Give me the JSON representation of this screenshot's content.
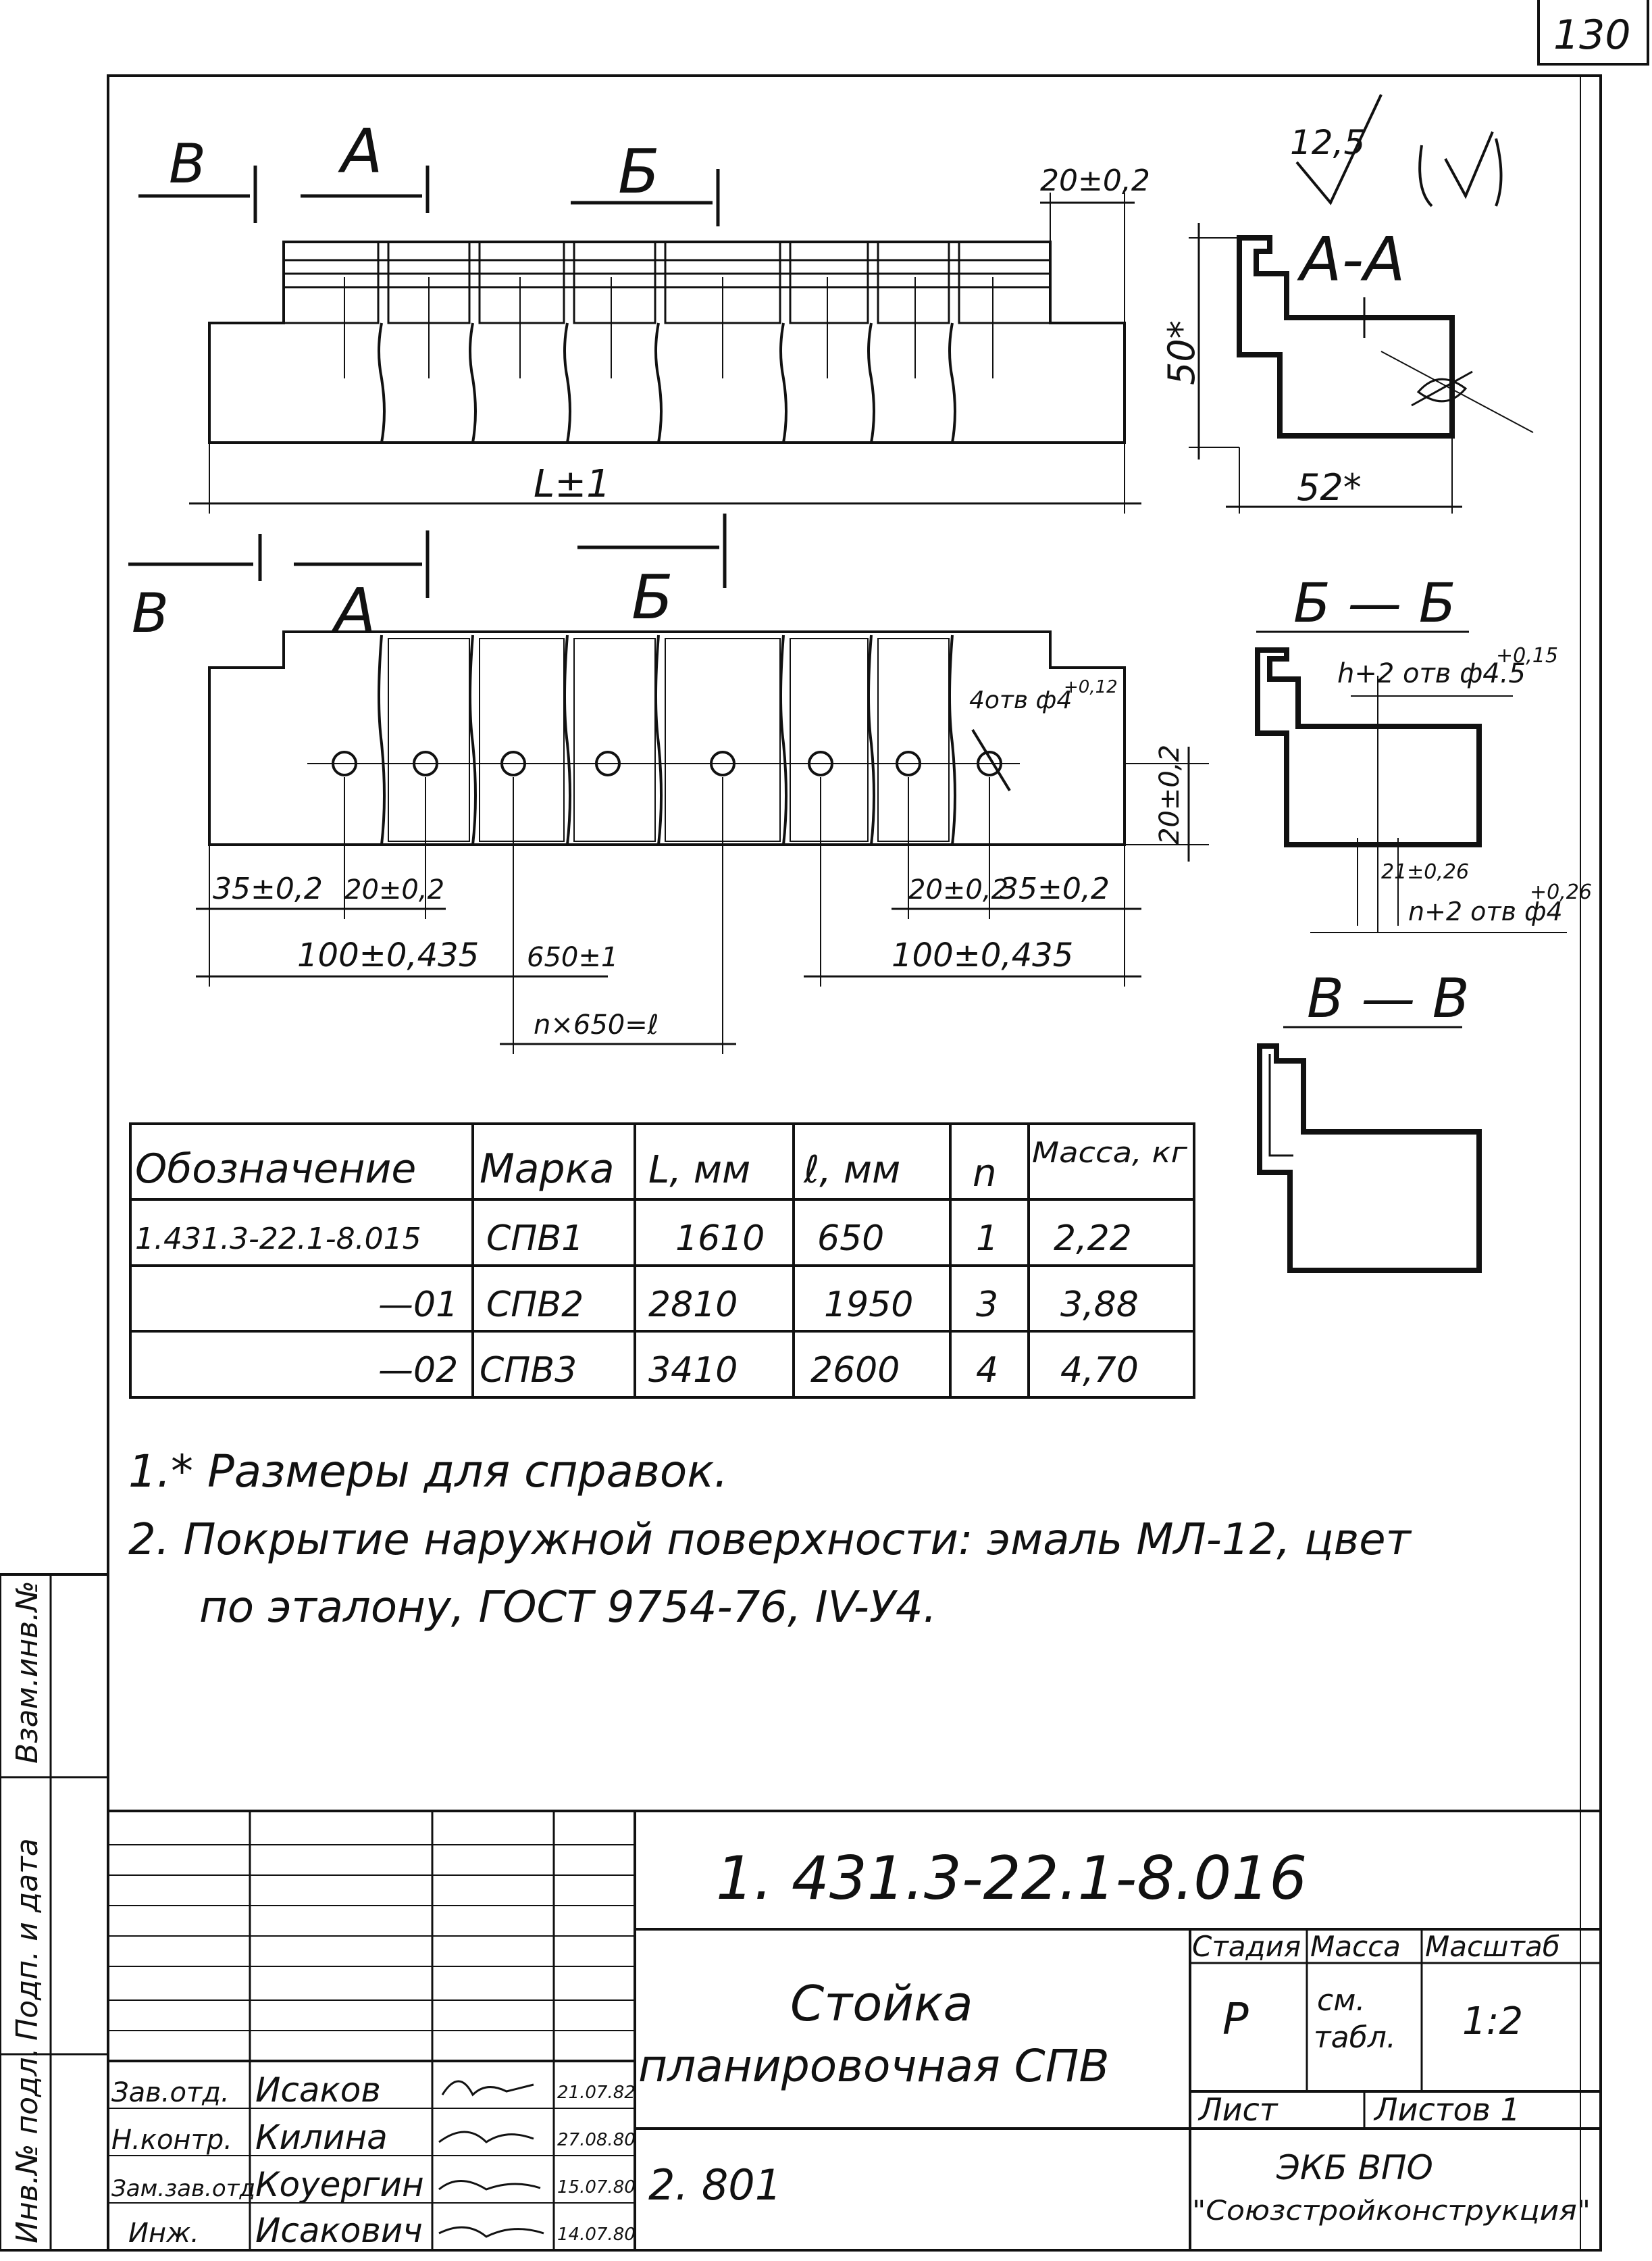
{
  "page_number": "130",
  "views": {
    "main": {
      "cut_marks": [
        "В",
        "А",
        "Б"
      ],
      "dim_spacing": "20±0,2",
      "dim_length": "L±1"
    },
    "bottom": {
      "cut_marks": [
        "В",
        "А",
        "Б"
      ],
      "dim_holes": "4отв ф4",
      "dim_holes_tol": "+0,12",
      "dim_left_offset": "35±0,2",
      "dim_left_step": "20±0,2",
      "dim_right_step": "20±0,2",
      "dim_right_offset": "35±0,2",
      "dim_left_span": "100±0,435",
      "dim_pitch": "650±1",
      "dim_right_span": "100±0,435",
      "dim_total": "n×650=ℓ",
      "dim_height": "20±0,2"
    },
    "roughness": "12,5",
    "section_aa": {
      "title": "А-А",
      "dim_height": "50*",
      "dim_width": "52*"
    },
    "section_bb": {
      "title": "Б — Б",
      "note_top": "h+2 отв ф4.5",
      "note_top_tol": "+0,15",
      "dim_small": "21±0,26",
      "note_bottom": "n+2 отв ф4",
      "note_bottom_tol": "+0,26"
    },
    "section_vv": {
      "title": "В — В"
    }
  },
  "table": {
    "headers": [
      "Обозначение",
      "Марка",
      "L, мм",
      "ℓ, мм",
      "n",
      "Масса, кг"
    ],
    "rows": [
      [
        "1.431.3-22.1-8.015",
        "СПВ1",
        "1610",
        "650",
        "1",
        "2,22"
      ],
      [
        "—01",
        "СПВ2",
        "2810",
        "1950",
        "3",
        "3,88"
      ],
      [
        "—02",
        "СПВ3",
        "3410",
        "2600",
        "4",
        "4,70"
      ]
    ]
  },
  "notes": {
    "note1": "1.* Размеры для справок.",
    "note2_line1": "2. Покрытие наружной поверхности: эмаль МЛ-12, цвет",
    "note2_line2": "по эталону,   ГОСТ 9754-76, IV-У4."
  },
  "left_strip": {
    "label1": "Инв.№ подл.",
    "label2": "Подп. и дата",
    "label3": "Взам.инв.№"
  },
  "title_block": {
    "doc_number": "1. 431.3-22.1-8.016",
    "title_line1": "Стойка",
    "title_line2": "планировочная СПВ",
    "stage_header": "Стадия",
    "mass_header": "Масса",
    "scale_header": "Масштаб",
    "stage_value": "Р",
    "mass_value_1": "см.",
    "mass_value_2": "табл.",
    "scale_value": "1:2",
    "sheet_label": "Лист",
    "sheets_label": "Листов 1",
    "code": "2. 801",
    "org_line1": "ЭКБ  ВПО",
    "org_line2": "\"Союзстройконструкция\"",
    "signatures": [
      {
        "role": "Зав.отд.",
        "name": "Исаков",
        "date": "21.07.82"
      },
      {
        "role": "Н.контр.",
        "name": "Килина",
        "date": "27.08.80"
      },
      {
        "role": "Зам.зав.отд.",
        "name": "Коуергин",
        "date": "15.07.80"
      },
      {
        "role": "Инж.",
        "name": "Исакович",
        "date": "14.07.80"
      }
    ]
  }
}
